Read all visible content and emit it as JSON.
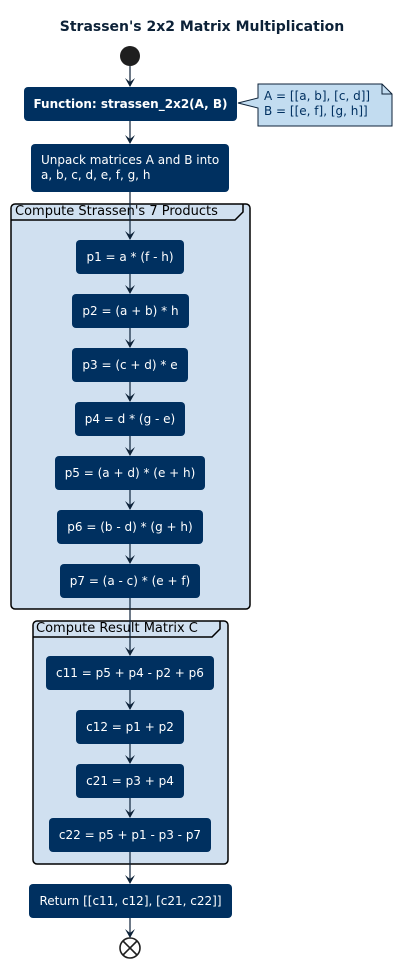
{
  "diagram": {
    "title": "Strassen's 2x2 Matrix Multiplication",
    "function_node": "Function: strassen_2x2(A, B)",
    "note": "A = [[a, b], [c, d]]\nB = [[e, f], [g, h]]",
    "unpack_node": "Unpack matrices A and B into\na, b, c, d, e, f, g, h",
    "products_partition": {
      "label": "Compute Strassen's 7 Products",
      "steps": [
        "p1 = a * (f - h)",
        "p2 = (a + b) * h",
        "p3 = (c + d) * e",
        "p4 = d * (g - e)",
        "p5 = (a + d) * (e + h)",
        "p6 = (b - d) * (g + h)",
        "p7 = (a - c) * (e + f)"
      ]
    },
    "result_partition": {
      "label": "Compute Result Matrix C",
      "steps": [
        "c11 = p5 + p4 - p2 + p6",
        "c12 = p1 + p2",
        "c21 = p3 + p4",
        "c22 = p5 + p1 - p3 - p7"
      ]
    },
    "return_node": "Return [[c11, c12], [c21, c22]]",
    "colors": {
      "node_fill": "#003060",
      "node_text": "#ffffff",
      "partition_fill": "#d0e0f0",
      "note_fill": "#c2dcf0",
      "arrow": "#0d2238"
    }
  }
}
